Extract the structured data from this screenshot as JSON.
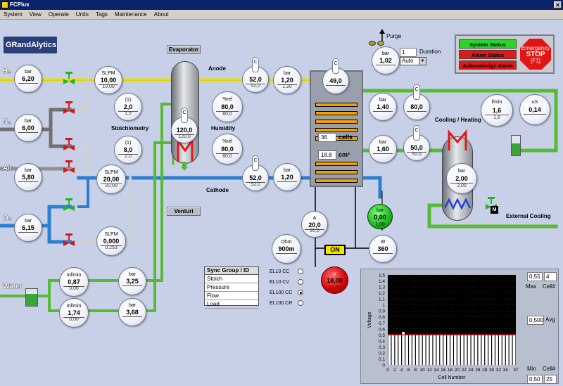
{
  "window": {
    "title": "FCPlus",
    "close": "✕"
  },
  "menu": [
    "System",
    "View",
    "Operate",
    "Units",
    "Tags",
    "Maintenance",
    "About"
  ],
  "logo": "GRandAlytics",
  "labels": {
    "evaporator": "Evaporator",
    "venturi": "Venturi",
    "anode": "Anode",
    "cathode": "Cathode",
    "stoichiometry": "Stoichiometry",
    "humidity": "Humidity",
    "cooling": "Cooling / Heating",
    "ext_cooling": "External Cooling",
    "purge": "Purge",
    "duration": "Duration",
    "cells": "cells",
    "cm2": "cm²",
    "h2": "H₂",
    "n2": "N₂",
    "air": "Air",
    "o2": "O₂",
    "water": "Water"
  },
  "purge": {
    "mode": "Auto",
    "duration": "1"
  },
  "status": {
    "system": "System Status",
    "alarm": "Alarm Status",
    "ack": "Acknowledge Alarm",
    "estop1": "Emergency",
    "estop2": "STOP",
    "estop3": "[F1]"
  },
  "stack": {
    "cells": "36",
    "area": "18,8"
  },
  "gauges": {
    "h2": {
      "u": "bar",
      "v": "6,20"
    },
    "n2": {
      "u": "bar",
      "v": "6,00"
    },
    "air": {
      "u": "bar",
      "v": "5,80"
    },
    "o2": {
      "u": "bar",
      "v": "6,15"
    },
    "slpm_h2": {
      "u": "SLPM",
      "v": "10,00",
      "s": "10,00"
    },
    "stoich_a": {
      "u": "(1)",
      "v": "2,0",
      "s": "1,5"
    },
    "stoich_c": {
      "u": "(1)",
      "v": "8,0",
      "s": "2,0"
    },
    "slpm_air": {
      "u": "SLPM",
      "v": "20,00",
      "s": "20,00"
    },
    "slpm_o2": {
      "u": "SLPM",
      "v": "0,000",
      "s": "0,253"
    },
    "hum_a": {
      "u": "%rel",
      "v": "80,0",
      "s": "80,0"
    },
    "hum_c": {
      "u": "%rel",
      "v": "80,0",
      "s": "80,0"
    },
    "evap_t": {
      "u": "C",
      "v": "120,0",
      "s": "120,0"
    },
    "anode_t": {
      "u": "C",
      "v": "52,0",
      "s": "52,0"
    },
    "cath_t": {
      "u": "C",
      "v": "52,0",
      "s": "52,0"
    },
    "anode_p": {
      "u": "bar",
      "v": "1,20",
      "s": "1,20"
    },
    "cath_p": {
      "u": "bar",
      "v": "1,20"
    },
    "stack_t": {
      "u": "C",
      "v": "49,0"
    },
    "purge_p": {
      "u": "bar",
      "v": "1,02"
    },
    "cool_p1": {
      "u": "bar",
      "v": "1,40"
    },
    "cool_t1": {
      "u": "C",
      "v": "80,0"
    },
    "cool_flow": {
      "u": "l/min",
      "v": "1,6",
      "s": "1,6"
    },
    "cool_us": {
      "u": "uS",
      "v": "0,14"
    },
    "cool_p2": {
      "u": "bar",
      "v": "1,60"
    },
    "cool_t2": {
      "u": "C",
      "v": "50,0",
      "s": "50,0"
    },
    "hx_p": {
      "u": "bar",
      "v": "2,00",
      "s": "2,00"
    },
    "current": {
      "u": "A",
      "v": "20,0",
      "s": "20,0"
    },
    "ohm": {
      "u": "Ohm",
      "v": "900m"
    },
    "power": {
      "u": "W",
      "v": "360"
    },
    "water_a": {
      "u": "ml/min",
      "v": "0,87",
      "s": "0,00"
    },
    "water_ap": {
      "u": "bar",
      "v": "3,25"
    },
    "water_c": {
      "u": "ml/min",
      "v": "1,74",
      "s": "0,00"
    },
    "water_cp": {
      "u": "bar",
      "v": "3,68"
    },
    "volt": {
      "u": "V",
      "v": "18,00",
      "s": "18,00"
    },
    "outlet": {
      "u": "bar",
      "v": "0,00",
      "s": "1,00"
    }
  },
  "on_button": "ON",
  "sync": {
    "header": "Sync Group / ID",
    "rows": [
      "Stoich",
      "Pressure",
      "Flow",
      "Load"
    ]
  },
  "radios": [
    {
      "label": "EL10 CC",
      "on": false
    },
    {
      "label": "EL10 CV",
      "on": false
    },
    {
      "label": "EL100 CC",
      "on": true
    },
    {
      "label": "EL100 CR",
      "on": false
    }
  ],
  "side": {
    "max_val": "0,55",
    "cell_max": "4",
    "max": "Max",
    "cellnum": "Cell#",
    "avg_val": "0,500",
    "avg": "Avg",
    "min": "Min",
    "cellnum2": "Cell#",
    "min_val": "0,50",
    "cell_min": "25"
  },
  "chart_data": {
    "type": "bar",
    "ylabel": "Voltage",
    "xlabel": "Cell Number",
    "ylim": [
      0,
      1.5
    ],
    "yticks": [
      "0",
      "0,1",
      "0,2",
      "0,3",
      "0,4",
      "0,5",
      "0,6",
      "0,7",
      "0,8",
      "0,9",
      "1",
      "1,1",
      "1,2",
      "1,3",
      "1,4",
      "1,5"
    ],
    "xticks": [
      "0",
      "2",
      "4",
      "6",
      "8",
      "10",
      "12",
      "14",
      "16",
      "18",
      "20",
      "22",
      "24",
      "26",
      "28",
      "30",
      "32",
      "34",
      "37"
    ],
    "values": [
      0.5,
      0.5,
      0.5,
      0.5,
      0.55,
      0.5,
      0.5,
      0.5,
      0.5,
      0.5,
      0.5,
      0.5,
      0.5,
      0.5,
      0.5,
      0.5,
      0.5,
      0.5,
      0.5,
      0.5,
      0.5,
      0.5,
      0.5,
      0.5,
      0.5,
      0.5,
      0.5,
      0.5,
      0.5,
      0.5,
      0.5,
      0.5,
      0.5,
      0.5,
      0.5,
      0.5,
      0.5
    ]
  }
}
